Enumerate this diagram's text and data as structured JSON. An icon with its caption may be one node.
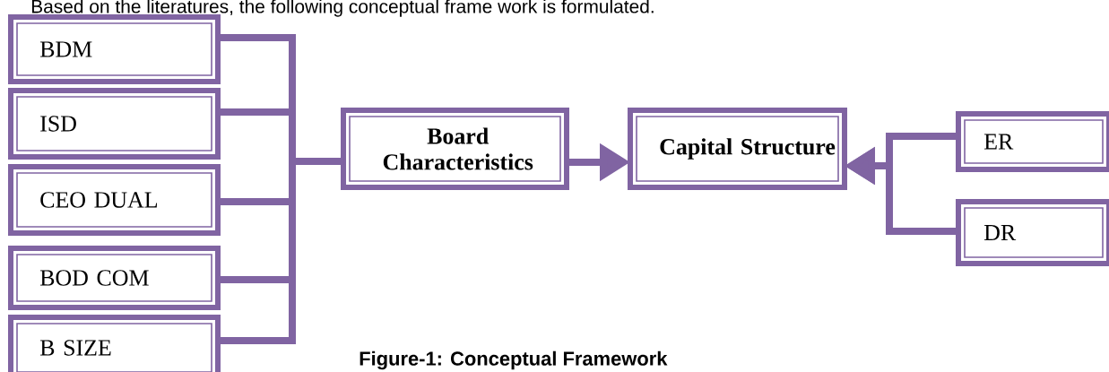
{
  "diagram": {
    "caption": "Figure-1: Conceptual Framework",
    "nodes": [
      {
        "text": [
          "BDM"
        ]
      },
      {
        "text": [
          "ISD"
        ]
      },
      {
        "text": [
          "CEO DUAL"
        ]
      },
      {
        "text": [
          "BOD COM"
        ]
      },
      {
        "text": [
          "B SIZE"
        ]
      },
      {
        "text": [
          "Board Characteristics"
        ]
      },
      {
        "text": [
          "Capital Structure"
        ]
      },
      {
        "text": [
          "ER"
        ]
      },
      {
        "text": [
          "DR"
        ]
      }
    ],
    "edges": [
      {
        "from": 0,
        "to": 5,
        "arrow": "none"
      },
      {
        "from": 1,
        "to": 5,
        "arrow": "none"
      },
      {
        "from": 2,
        "to": 5,
        "arrow": "none"
      },
      {
        "from": 3,
        "to": 5,
        "arrow": "none"
      },
      {
        "from": 4,
        "to": 5,
        "arrow": "none"
      },
      {
        "from": 5,
        "to": 6,
        "arrow": "to"
      },
      {
        "from": 7,
        "to": 6,
        "arrow": "to"
      },
      {
        "from": 8,
        "to": 6,
        "arrow": "to"
      }
    ],
    "labels": [
      "Based on the literatures, the following conceptual frame work is formulated."
    ]
  }
}
